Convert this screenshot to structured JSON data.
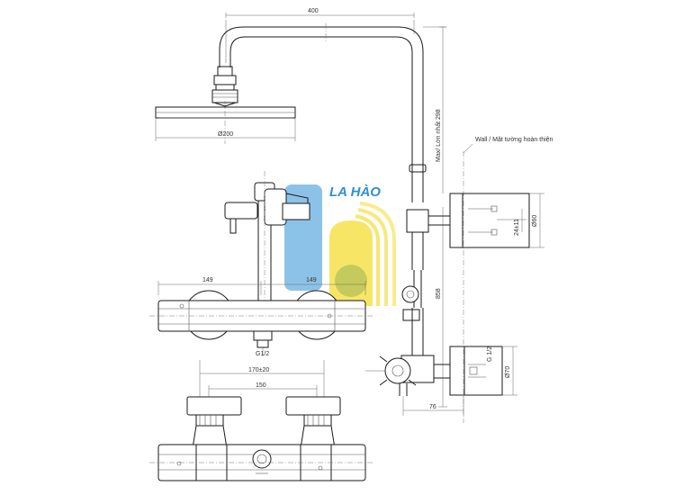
{
  "labels": {
    "width_total": "400",
    "head_diameter": "Ø200",
    "riser_height": "Max/ Lớn nhất 298",
    "left_offset": "149",
    "right_offset": "149",
    "inlet_thread": "G1/2",
    "centers_range": "170±20",
    "centers": "150",
    "wall_note": "Wall / Mặt tường hoàn thiện",
    "bracket_height": "Ø60",
    "bracket_depth": "24±11",
    "mixer_height": "858",
    "side_thread": "G 1/2",
    "side_diameter": "Ø70",
    "projection": "76"
  },
  "watermark": {
    "brand_text": "LA HÀO",
    "colors": {
      "blue": "#2f8fd6",
      "yellow": "#f1d400"
    }
  }
}
